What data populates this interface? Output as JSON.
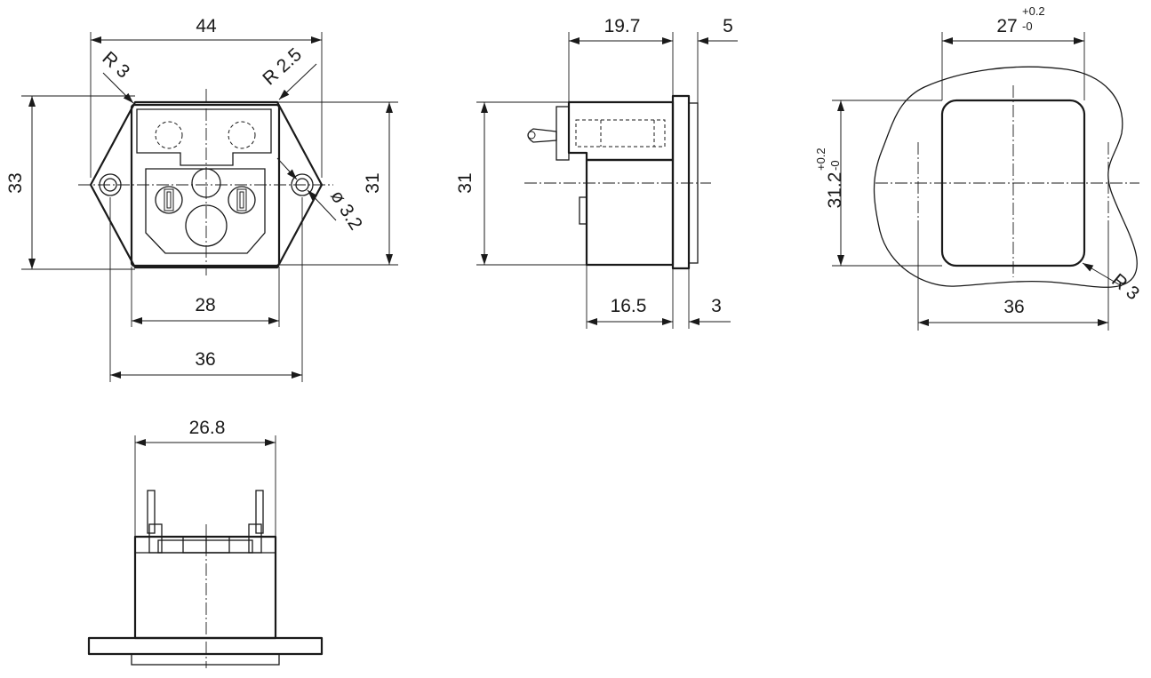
{
  "front_view": {
    "width_flange": "44",
    "height_flange": "33",
    "height_body": "31",
    "width_body": "28",
    "width_holes": "36",
    "radius_corner_left": "R 3",
    "radius_corner_right": "R 2.5",
    "hole_diameter": "ø 3.2"
  },
  "side_view": {
    "depth_body": "19.7",
    "flange_depth": "5",
    "height": "31",
    "depth_lower": "16.5",
    "flange_thickness": "3"
  },
  "cutout_view": {
    "width_value": "27",
    "width_tol_plus": "+0.2",
    "width_tol_minus": "-0",
    "height_value": "31.2",
    "height_tol_plus": "+0.2",
    "height_tol_minus": "-0",
    "hole_spacing": "36",
    "corner_radius": "R 3"
  },
  "bottom_view": {
    "width": "26.8"
  }
}
